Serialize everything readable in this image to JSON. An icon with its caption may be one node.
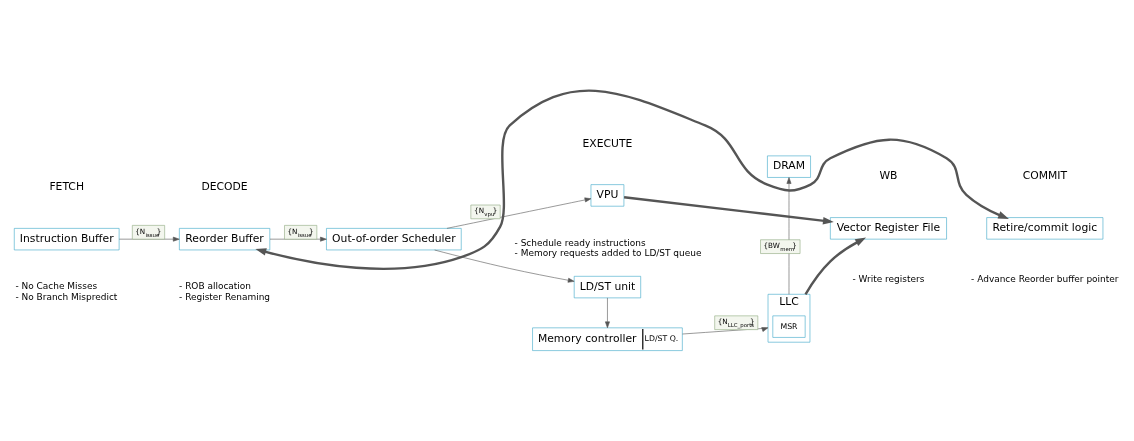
{
  "diagram": {
    "nodes": [
      {
        "text": [
          "Instruction Buffer"
        ]
      },
      {
        "text": [
          "Reorder Buffer"
        ]
      },
      {
        "text": [
          "Out-of-order Scheduler"
        ]
      },
      {
        "text": [
          "VPU"
        ]
      },
      {
        "text": [
          "LD/ST unit"
        ]
      },
      {
        "text": [
          "Memory controller",
          "LD/ST Q."
        ]
      },
      {
        "text": [
          "LLC"
        ]
      },
      {
        "text": [
          "MSR"
        ],
        "in": 6
      },
      {
        "text": [
          "DRAM"
        ]
      },
      {
        "text": [
          "Vector Register File"
        ]
      },
      {
        "text": [
          "Retire/commit logic"
        ]
      }
    ],
    "edges": [
      {
        "from": 0,
        "to": 1,
        "arrow": "to",
        "label": "{N$_{issue}$}"
      },
      {
        "from": 1,
        "to": 2,
        "arrow": "to",
        "label": "{N$_{issue}$}"
      },
      {
        "from": 2,
        "to": 3,
        "arrow": "to",
        "label": "{N$_{vpu}$}"
      },
      {
        "from": 2,
        "to": 4,
        "arrow": "to"
      },
      {
        "from": 4,
        "to": 5,
        "arrow": "to"
      },
      {
        "from": 5,
        "to": 6,
        "arrow": "to",
        "label": "{N$_{LLC_ports}$}"
      },
      {
        "from": 6,
        "to": 8,
        "arrow": "to",
        "label": "{BW$_{mem}$}"
      },
      {
        "from": 3,
        "to": 9,
        "arrow": "to",
        "style": "thick"
      },
      {
        "from": 6,
        "to": 9,
        "arrow": "to",
        "style": "thick"
      },
      {
        "from": 1,
        "to": 10,
        "arrow": "both",
        "style": "thick"
      }
    ],
    "labels": [
      "FETCH",
      "DECODE",
      "EXECUTE",
      "WB",
      "COMMIT",
      "- No Cache Misses",
      "- No Branch Mispredict",
      "- ROB allocation",
      "- Register Renaming",
      "- Schedule ready instructions",
      "- Memory requests added to LD/ST queue",
      "- Write registers",
      "- Advance Reorder buffer pointer"
    ]
  }
}
